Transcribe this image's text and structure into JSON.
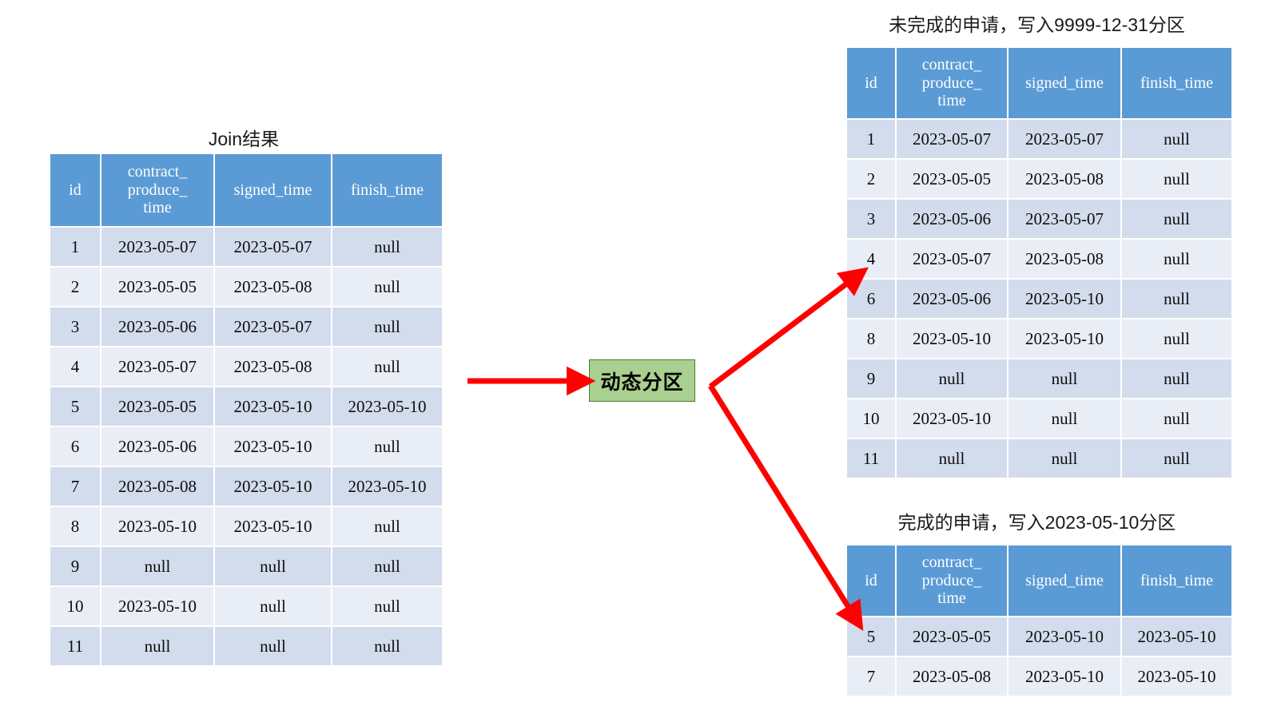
{
  "diagram": {
    "title_join": "Join结果",
    "title_unfinished": "未完成的申请，写入9999-12-31分区",
    "title_finished": "完成的申请，写入2023-05-10分区",
    "process_label": "动态分区",
    "accent_red": "#ff0000",
    "header_blue": "#5b9bd5",
    "row_odd": "#d3dced",
    "row_even": "#e9edf6",
    "process_green": "#a9d08e",
    "process_border": "#4d7a30"
  },
  "columns": {
    "id": "id",
    "contract_produce_time_l1": "contract_",
    "contract_produce_time_l2": "produce_",
    "contract_produce_time_l3": "time",
    "signed_time": "signed_time",
    "finish_time": "finish_time"
  },
  "join_table": {
    "headers": [
      "id",
      "contract_produce_time",
      "signed_time",
      "finish_time"
    ],
    "rows": [
      [
        "1",
        "2023-05-07",
        "2023-05-07",
        "null"
      ],
      [
        "2",
        "2023-05-05",
        "2023-05-08",
        "null"
      ],
      [
        "3",
        "2023-05-06",
        "2023-05-07",
        "null"
      ],
      [
        "4",
        "2023-05-07",
        "2023-05-08",
        "null"
      ],
      [
        "5",
        "2023-05-05",
        "2023-05-10",
        "2023-05-10"
      ],
      [
        "6",
        "2023-05-06",
        "2023-05-10",
        "null"
      ],
      [
        "7",
        "2023-05-08",
        "2023-05-10",
        "2023-05-10"
      ],
      [
        "8",
        "2023-05-10",
        "2023-05-10",
        "null"
      ],
      [
        "9",
        "null",
        "null",
        "null"
      ],
      [
        "10",
        "2023-05-10",
        "null",
        "null"
      ],
      [
        "11",
        "null",
        "null",
        "null"
      ]
    ]
  },
  "unfinished_table": {
    "headers": [
      "id",
      "contract_produce_time",
      "signed_time",
      "finish_time"
    ],
    "rows": [
      [
        "1",
        "2023-05-07",
        "2023-05-07",
        "null"
      ],
      [
        "2",
        "2023-05-05",
        "2023-05-08",
        "null"
      ],
      [
        "3",
        "2023-05-06",
        "2023-05-07",
        "null"
      ],
      [
        "4",
        "2023-05-07",
        "2023-05-08",
        "null"
      ],
      [
        "6",
        "2023-05-06",
        "2023-05-10",
        "null"
      ],
      [
        "8",
        "2023-05-10",
        "2023-05-10",
        "null"
      ],
      [
        "9",
        "null",
        "null",
        "null"
      ],
      [
        "10",
        "2023-05-10",
        "null",
        "null"
      ],
      [
        "11",
        "null",
        "null",
        "null"
      ]
    ]
  },
  "finished_table": {
    "headers": [
      "id",
      "contract_produce_time",
      "signed_time",
      "finish_time"
    ],
    "rows": [
      [
        "5",
        "2023-05-05",
        "2023-05-10",
        "2023-05-10"
      ],
      [
        "7",
        "2023-05-08",
        "2023-05-10",
        "2023-05-10"
      ]
    ]
  }
}
